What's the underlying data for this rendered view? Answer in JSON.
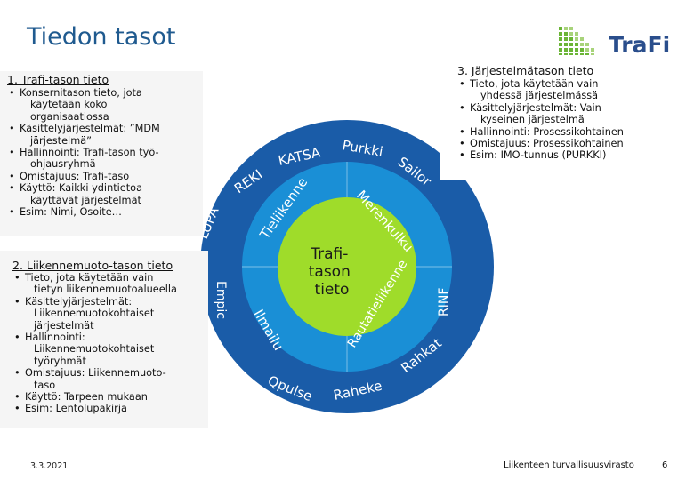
{
  "title": "Tiedon tasot",
  "logo": {
    "text": "TraFi"
  },
  "panel_1": {
    "heading": "1. Trafi-tason tieto",
    "bullets": [
      [
        "Konsernitason tieto, jota",
        "käytetään koko",
        "organisaatiossa"
      ],
      [
        "Käsittelyjärjestelmät: ”MDM",
        "järjestelmä”"
      ],
      [
        "Hallinnointi: Trafi-tason työ-",
        "ohjausryhmä"
      ],
      [
        "Omistajuus: Trafi-taso"
      ],
      [
        "Käyttö: Kaikki ydintietoa",
        "käyttävät järjestelmät"
      ],
      [
        "Esim: Nimi, Osoite…"
      ]
    ]
  },
  "panel_2": {
    "heading": "2. Liikennemuoto-tason tieto",
    "bullets": [
      [
        "Tieto, jota käytetään vain",
        "tietyn liikennemuotoalueella"
      ],
      [
        "Käsittelyjärjestelmät:",
        "Liikennemuotokohtaiset",
        "järjestelmät"
      ],
      [
        "Hallinnointi:",
        "Liikennemuotokohtaiset",
        "työryhmät"
      ],
      [
        "Omistajuus: Liikennemuoto-",
        "taso"
      ],
      [
        "Käyttö: Tarpeen mukaan"
      ],
      [
        "Esim: Lentolupakirja"
      ]
    ]
  },
  "panel_3": {
    "heading": "3. Järjestelmätason tieto",
    "bullets": [
      [
        "Tieto, jota käytetään vain",
        "yhdessä järjestelmässä"
      ],
      [
        "Käsittelyjärjestelmät: Vain",
        "kyseinen järjestelmä"
      ],
      [
        "Hallinnointi: Prosessikohtainen"
      ],
      [
        "Omistajuus: Prosessikohtainen"
      ],
      [
        "Esim: IMO-tunnus (PURKKI)"
      ]
    ]
  },
  "diagram": {
    "center_label": [
      "Trafi-",
      "tason",
      "tieto"
    ],
    "middle_ring": [
      "Tieliikenne",
      "Merenkulku",
      "Ilmailu",
      "Rautatieliikenne"
    ],
    "outer_ring": [
      "LUPA",
      "REKI",
      "KATSA",
      "Purkki",
      "Sailor",
      "RINF",
      "Rahkat",
      "Raheke",
      "Qpulse",
      "Empic"
    ],
    "colors": {
      "outer": "#1a5ca8",
      "middle": "#1a8fd6",
      "center": "#9fdc2a",
      "text": "#ffffff",
      "center_text": "#1a1a1a"
    }
  },
  "footer": {
    "date": "3.3.2021",
    "organization": "Liikenteen turvallisuusvirasto",
    "page_number": "6"
  }
}
